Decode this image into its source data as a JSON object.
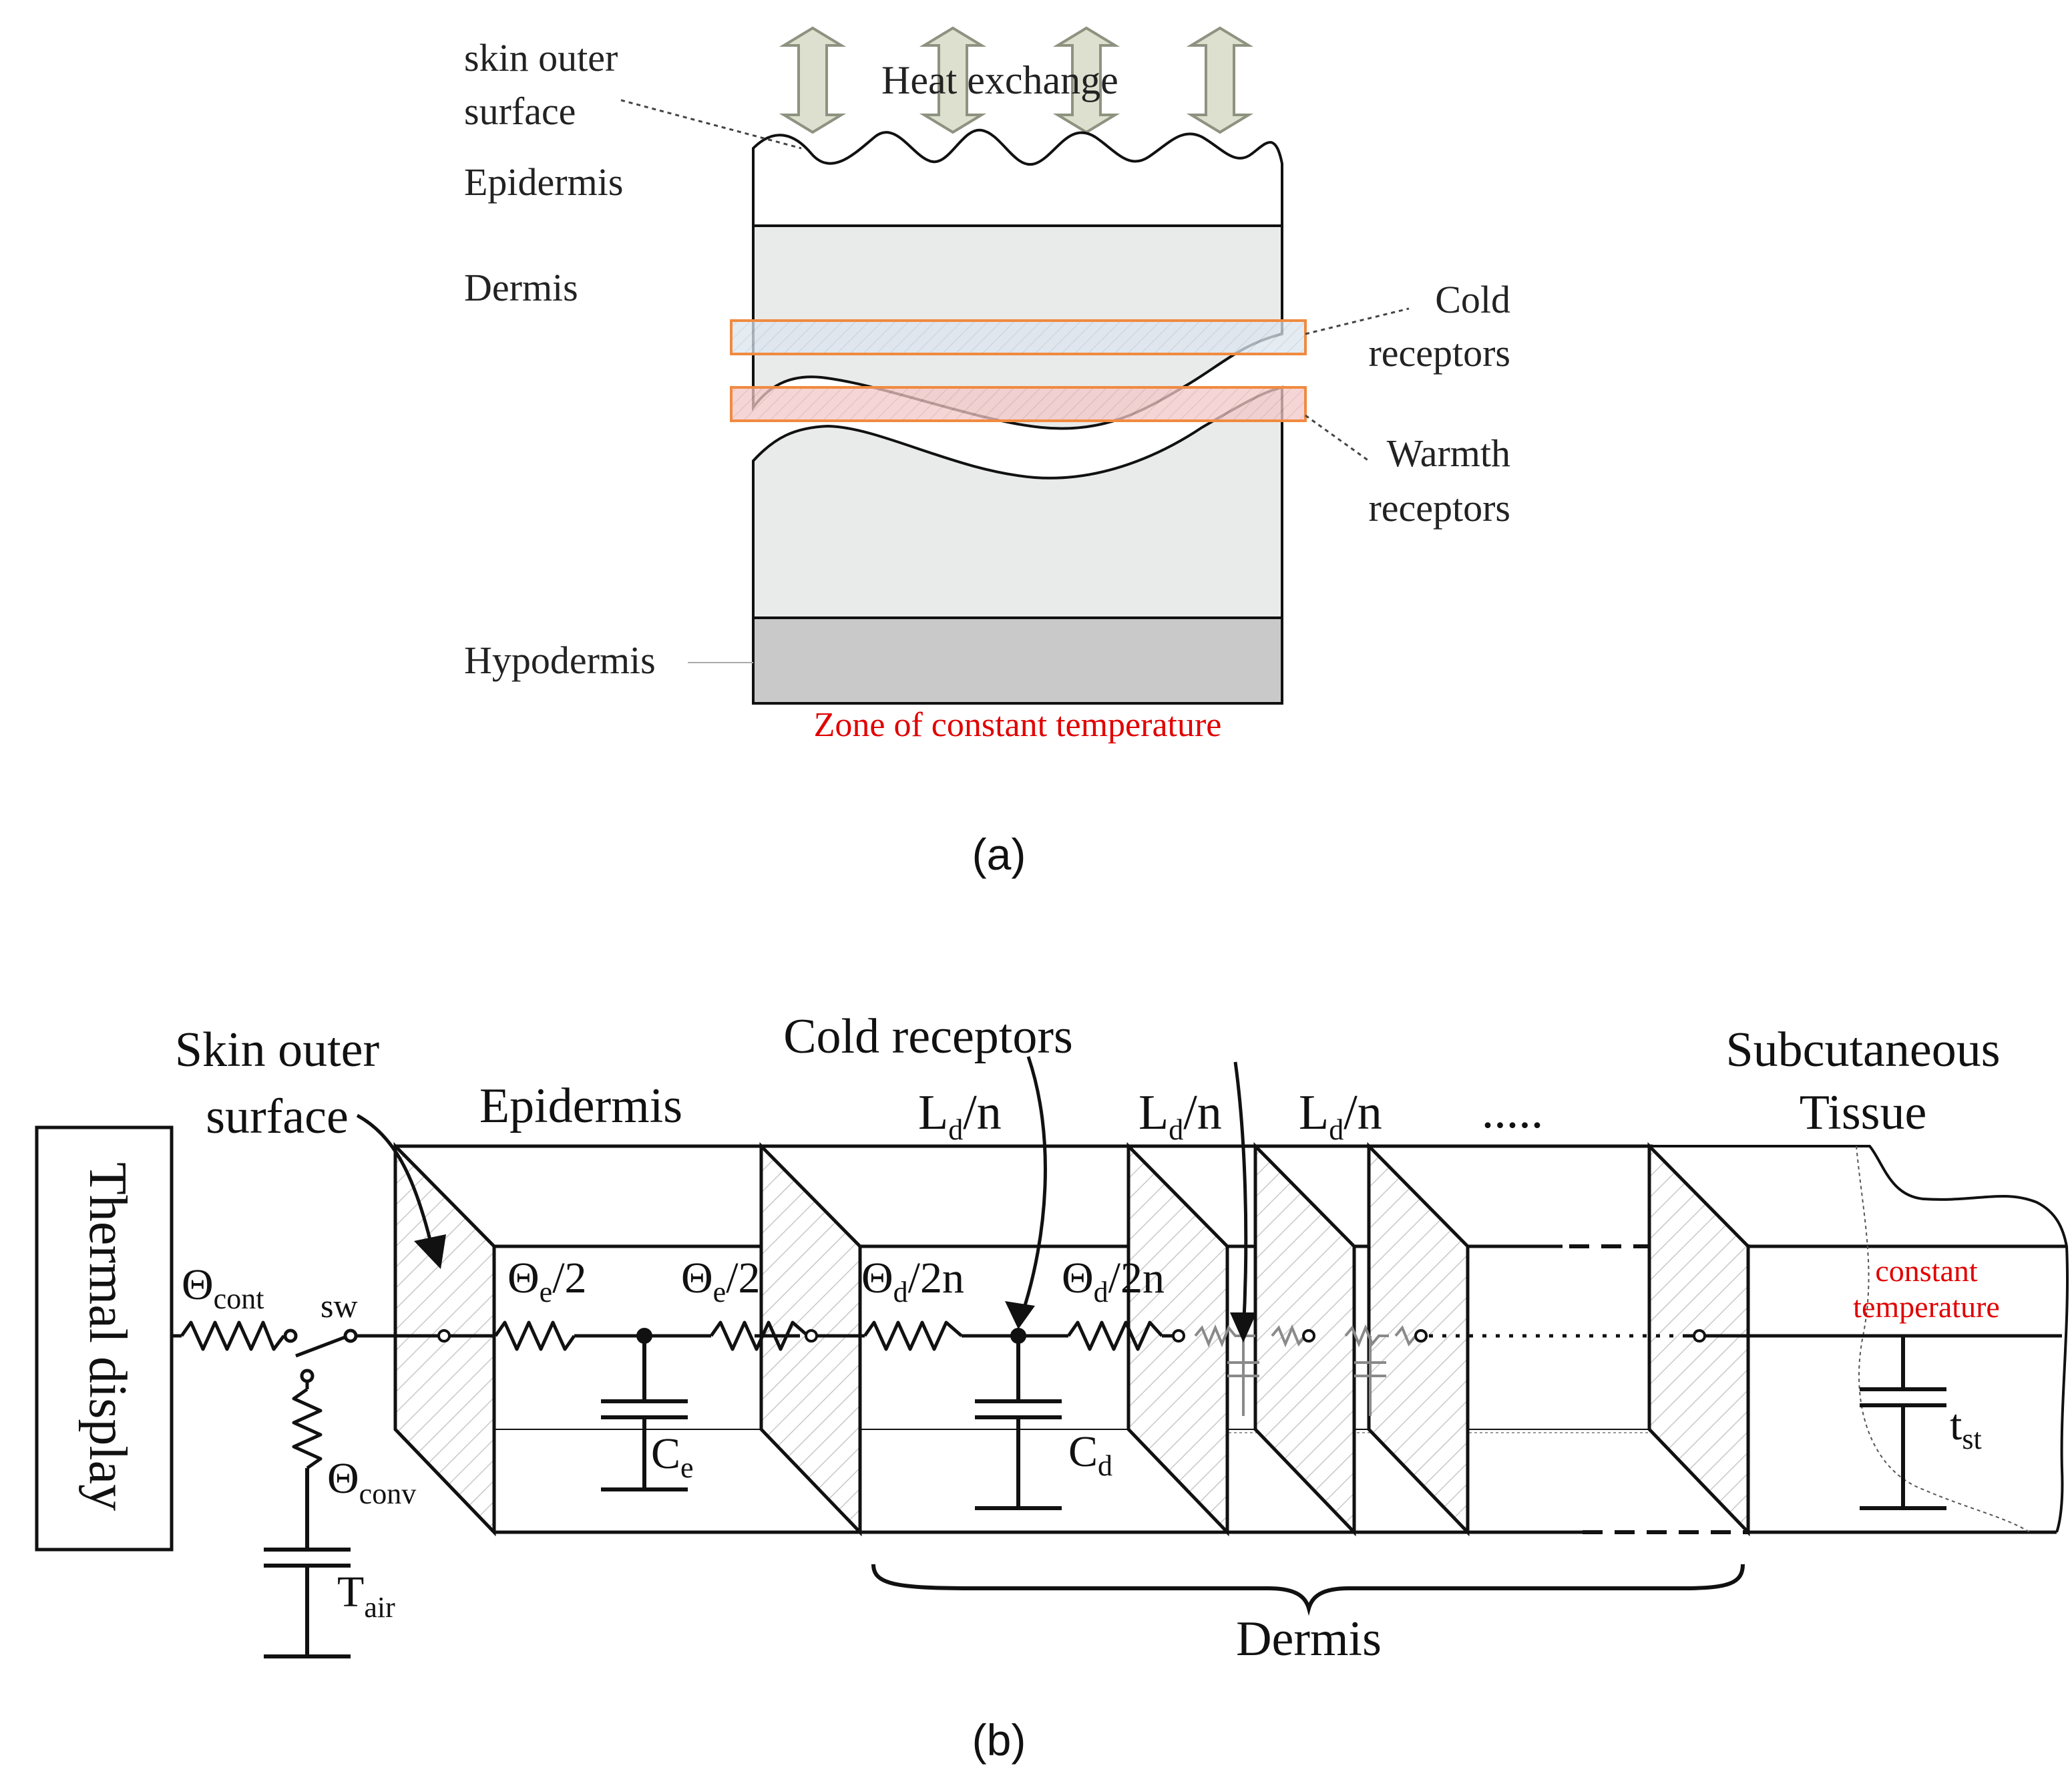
{
  "panel_a": {
    "heat_exchange": "Heat exchange",
    "skin_outer_surface": [
      "skin outer",
      "surface"
    ],
    "epidermis": "Epidermis",
    "dermis": "Dermis",
    "cold_receptors": [
      "Cold",
      "receptors"
    ],
    "warmth_receptors": [
      "Warmth",
      "receptors"
    ],
    "hypodermis": "Hypodermis",
    "zone_constant": "Zone of constant temperature",
    "caption": "(a)"
  },
  "panel_b": {
    "thermal_display": "Thermal display",
    "skin_outer_surface": [
      "Skin outer",
      "surface"
    ],
    "epidermis": "Epidermis",
    "cold_receptors": "Cold receptors",
    "subcutaneous": [
      "Subcutaneous",
      "Tissue"
    ],
    "constant_temperature": [
      "constant",
      "temperature"
    ],
    "dermis": "Dermis",
    "dots": ".....",
    "ld_n": {
      "main": "L",
      "sub": "d",
      "tail": "/n"
    },
    "theta_cont": {
      "main": "Θ",
      "sub": "cont"
    },
    "theta_conv": {
      "main": "Θ",
      "sub": "conv"
    },
    "sw": "sw",
    "theta_e_half": {
      "main": "Θ",
      "sub": "e",
      "tail": "/2"
    },
    "theta_d_2n": {
      "main": "Θ",
      "sub": "d",
      "tail": "/2n"
    },
    "c_e": {
      "main": "C",
      "sub": "e"
    },
    "c_d": {
      "main": "C",
      "sub": "d"
    },
    "t_air": {
      "main": "T",
      "sub": "air"
    },
    "t_st": {
      "main": "t",
      "sub": "st"
    },
    "caption": "(b)"
  },
  "colors": {
    "arrow_fill": "#dde0cf",
    "layer_fill": "#e9eaea",
    "hypodermis_fill": "#c9c9c9",
    "receptor_outline": "#f08a40",
    "cold_fill": "#dbe5ee",
    "warm_fill": "#f2c7c7",
    "zone_text": "#e00000"
  }
}
